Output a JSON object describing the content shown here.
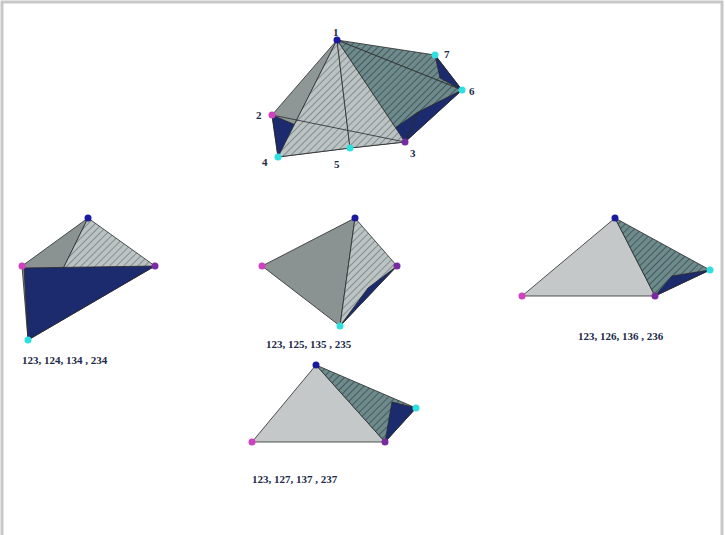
{
  "diagram": {
    "labels": [
      "1",
      "2",
      "7",
      "6",
      "3",
      "4",
      "5",
      "123, 124, 134 , 234",
      "123, 125, 135 , 235",
      "123, 126, 136 , 236",
      "123, 127, 137 , 237"
    ]
  }
}
